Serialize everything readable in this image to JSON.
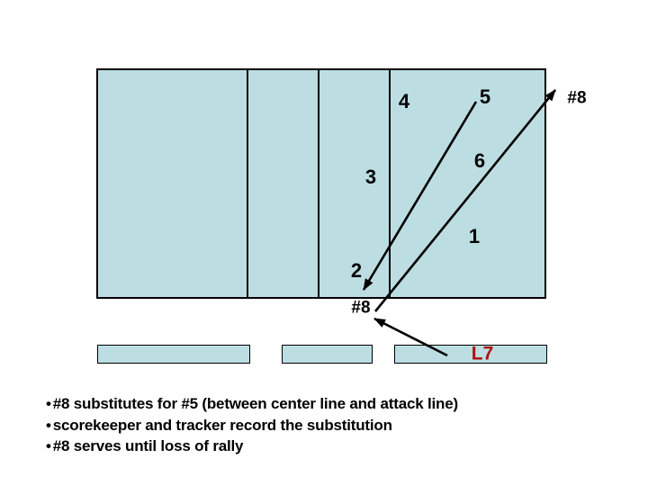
{
  "slide": {
    "background_color": "#ffffff"
  },
  "court": {
    "fill_color": "#bcdee2",
    "line_color": "#000000",
    "positions": {
      "p1": "1",
      "p2": "2",
      "p3": "3",
      "p4": "4",
      "p5": "5",
      "p6": "6"
    }
  },
  "substitution": {
    "player_out_in_label_top_right": "#8",
    "player_in_label_bottom": "#8",
    "arrow_color": "#000000"
  },
  "bench": {
    "scorer_label": "L7",
    "scorer_label_color": "#b01010"
  },
  "notes": {
    "bullet": "•",
    "items": [
      "#8 substitutes for #5 (between center line and attack line)",
      "scorekeeper and tracker record the substitution",
      "#8 serves until loss of rally"
    ]
  }
}
